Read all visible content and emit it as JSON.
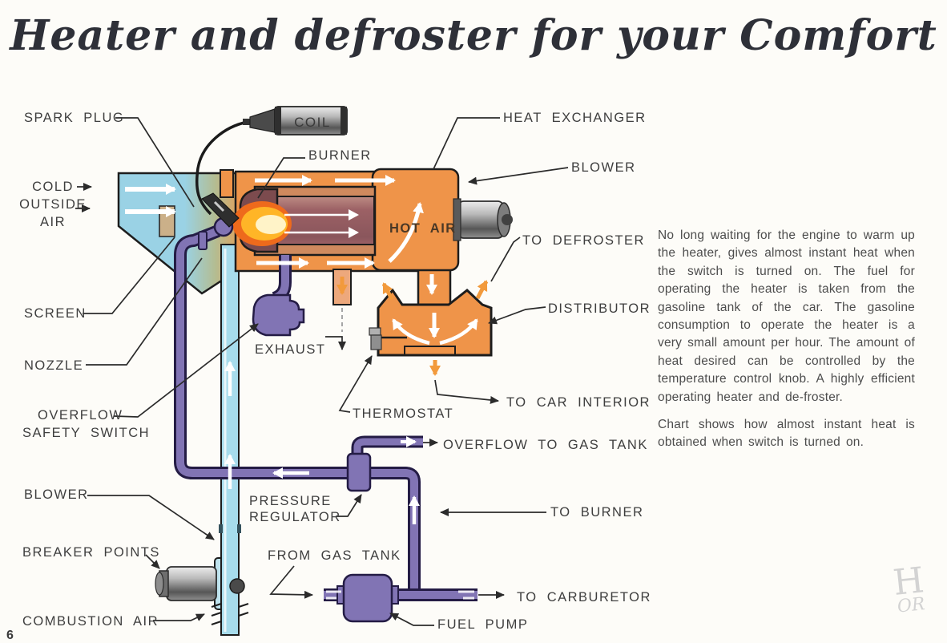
{
  "page": {
    "title": "Heater and defroster for your Comfort",
    "page_number": "6",
    "handwritten_marks": [
      "H",
      "OR"
    ]
  },
  "diagram": {
    "labels": {
      "spark_plug": "SPARK PLUG",
      "coil": "COIL",
      "burner": "BURNER",
      "heat_exchanger": "HEAT EXCHANGER",
      "blower_top": "BLOWER",
      "cold_outside_air": [
        "COLD",
        "OUTSIDE",
        "AIR"
      ],
      "hot_air": "HOT AIR",
      "to_defroster": "TO DEFROSTER",
      "screen": "SCREEN",
      "distributor": "DISTRIBUTOR",
      "nozzle": "NOZZLE",
      "exhaust": "EXHAUST",
      "to_car_interior": "TO CAR INTERIOR",
      "overflow_safety_switch": [
        "OVERFLOW",
        "SAFETY SWITCH"
      ],
      "thermostat": "THERMOSTAT",
      "overflow_to_gas_tank": "OVERFLOW TO GAS TANK",
      "blower_bottom": "BLOWER",
      "pressure_regulator": [
        "PRESSURE",
        "REGULATOR"
      ],
      "to_burner": "TO BURNER",
      "breaker_points": "BREAKER POINTS",
      "from_gas_tank": "FROM GAS TANK",
      "to_carburetor": "TO CARBURETOR",
      "combustion_air": "COMBUSTION AIR",
      "fuel_pump": "FUEL PUMP"
    },
    "colors": {
      "duct_orange": "#ef9449",
      "chamber_maroon": "#9c6165",
      "intake_blue": "#9ad2e5",
      "pipe_blue": "#a7dcec",
      "fuel_purple": "#8174b4",
      "flame_yellow": "#ffb527",
      "flame_core": "#fff3c8",
      "metal_gray": "#9a9a9a",
      "label_gray": "#3e3e3e",
      "arrow_orange": "#f29a3c"
    }
  },
  "sidebar_text": {
    "paragraph1": "No long waiting for the engine to warm up the heater, gives almost instant heat when the switch is turned on. The fuel for operating the heater is taken from the gasoline tank of the car. The gasoline consumption to operate the heater is a very small amount per hour. The amount of heat desired can be controlled by the temperature control knob. A highly efficient operating heater and de-froster.",
    "paragraph2": "Chart shows how almost instant heat is obtained when switch is turned on."
  }
}
